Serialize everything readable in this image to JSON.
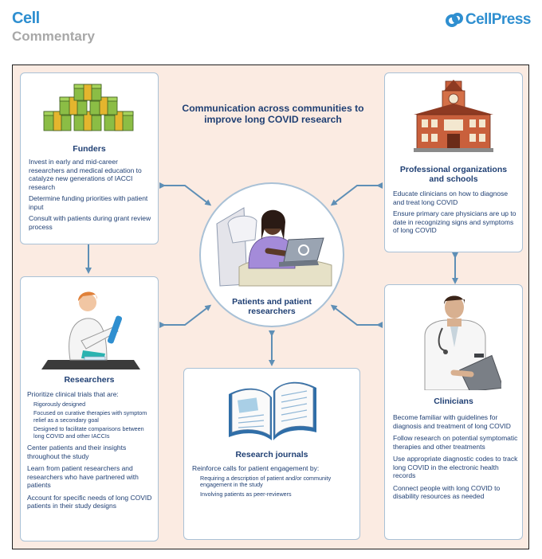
{
  "header": {
    "journal": "Cell",
    "section": "Commentary",
    "publisher": "CellPress"
  },
  "title": "Communication across communities to improve long COVID research",
  "funders": {
    "heading": "Funders",
    "items": [
      "Invest in early and mid-career researchers and medical education to catalyze new generations of IACCI research",
      "Determine funding priorities with patient input",
      "Consult with patients during grant review process"
    ]
  },
  "professional": {
    "heading": "Professional organizations and schools",
    "items": [
      "Educate clinicians on how to diagnose and treat long COVID",
      "Ensure primary care physicians are up to date in recognizing signs and symptoms of long COVID"
    ]
  },
  "center": {
    "label": "Patients and patient researchers"
  },
  "researchers": {
    "heading": "Researchers",
    "intro": "Prioritize clinical trials that are:",
    "subitems": [
      "Rigorously designed",
      "Focused on curative therapies with symptom relief as a secondary goal",
      "Designed to facilitate comparisons between long COVID and other IACCIs"
    ],
    "items": [
      "Center patients and their insights throughout the study",
      "Learn from patient researchers and researchers who have partnered with patients",
      "Account for specific needs of long COVID patients in their study designs"
    ]
  },
  "journals": {
    "heading": "Research journals",
    "intro": "Reinforce calls for patient engagement by:",
    "subitems": [
      "Requiring a description of patient and/or community engagement in the study",
      "Involving patients as peer-reviewers"
    ]
  },
  "clinicians": {
    "heading": "Clinicians",
    "items": [
      "Become familiar with guidelines for diagnosis and treatment of long COVID",
      "Follow research on potential symptomatic therapies and other treatments",
      "Use appropriate diagnostic codes to track long COVID in the electronic health records",
      "Connect people with long COVID to disability resources as needed"
    ]
  },
  "colors": {
    "brand": "#2f8fd0",
    "text": "#1f3f73",
    "background": "#fbebe2",
    "box_border": "#a9c1d6",
    "arrow": "#5e8fb6"
  }
}
